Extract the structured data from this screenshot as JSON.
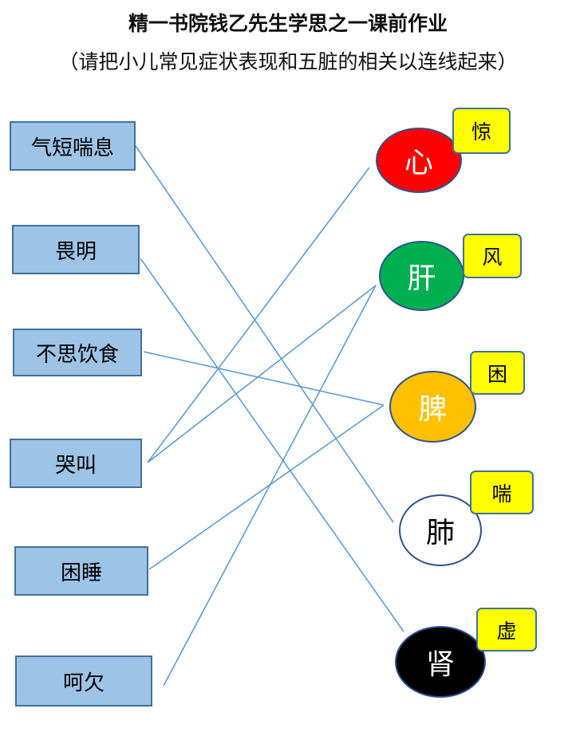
{
  "title": "精一书院钱乙先生学思之一课前作业",
  "subtitle": "（请把小儿常见症状表现和五脏的相关以连线起来）",
  "symptoms": [
    "气短喘息",
    "畏明",
    "不思饮食",
    "哭叫",
    "困睡",
    "呵欠"
  ],
  "organs": [
    {
      "name": "心",
      "tag": "惊",
      "color": "#ff0000",
      "text_color": "#ffffff"
    },
    {
      "name": "肝",
      "tag": "风",
      "color": "#00b050",
      "text_color": "#ffffff"
    },
    {
      "name": "脾",
      "tag": "困",
      "color": "#ffc000",
      "text_color": "#ffffff"
    },
    {
      "name": "肺",
      "tag": "喘",
      "color": "#ffffff",
      "text_color": "#000000"
    },
    {
      "name": "肾",
      "tag": "虚",
      "color": "#000000",
      "text_color": "#ffffff"
    }
  ],
  "connections": [
    {
      "symptom": "气短喘息",
      "organ": "肺"
    },
    {
      "symptom": "畏明",
      "organ": "肾"
    },
    {
      "symptom": "不思饮食",
      "organ": "脾"
    },
    {
      "symptom": "哭叫",
      "organ": "心"
    },
    {
      "symptom": "哭叫",
      "organ": "肝"
    },
    {
      "symptom": "困睡",
      "organ": "脾"
    },
    {
      "symptom": "呵欠",
      "organ": "肝"
    }
  ],
  "line_color": "#5b9bd5"
}
